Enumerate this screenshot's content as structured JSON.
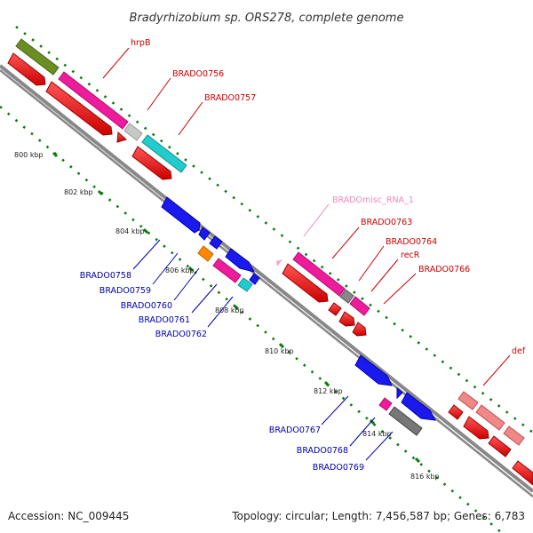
{
  "title": "Bradyrhizobium sp. ORS278, complete genome",
  "footer": {
    "accession_label": "Accession:",
    "accession": "NC_009445",
    "topology_label": "Topology:",
    "topology": "circular",
    "length_label": "Length:",
    "length": "7,456,587 bp",
    "genes_label": "Genes:",
    "genes": "6,783"
  },
  "ticks": [
    "800 kbp",
    "802 kbp",
    "804 kbp",
    "806 kbp",
    "808 kbp",
    "810 kbp",
    "812 kbp",
    "814 kbp",
    "816 kbp"
  ],
  "colors": {
    "label_red": "#cc0000",
    "label_blue": "#0000aa",
    "label_pink": "#ee88bb",
    "backbone": "#888888",
    "tick_green": "#0a7a0a"
  },
  "labels": {
    "hrpB": "hrpB",
    "brado0756": "BRADO0756",
    "brado0757": "BRADO0757",
    "misc_rna": "BRADOmisc_RNA_1",
    "brado0763": "BRADO0763",
    "brado0764": "BRADO0764",
    "recR": "recR",
    "brado0766": "BRADO0766",
    "def": "def",
    "brado0758": "BRADO0758",
    "brado0759": "BRADO0759",
    "brado0760": "BRADO0760",
    "brado0761": "BRADO0761",
    "brado0762": "BRADO0762",
    "brado0767": "BRADO0767",
    "brado0768": "BRADO0768",
    "brado0769": "BRADO0769"
  }
}
